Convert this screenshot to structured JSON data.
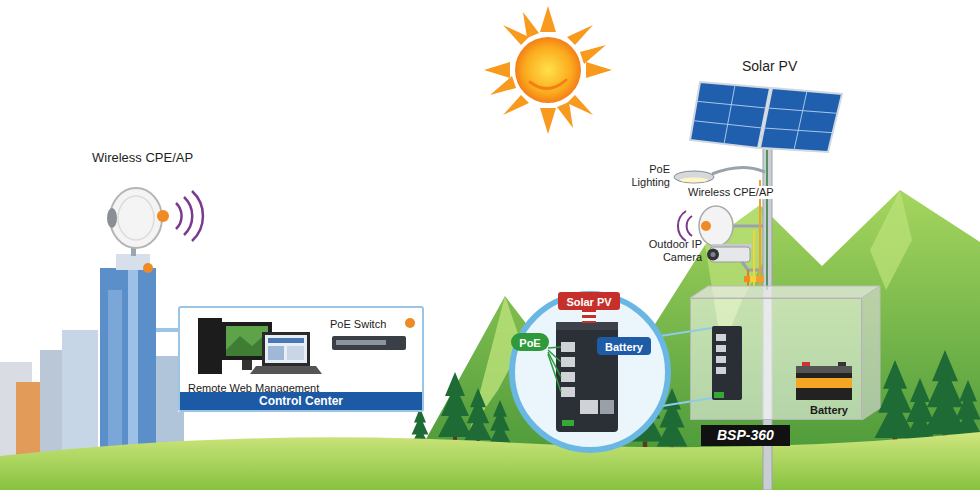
{
  "diagram": {
    "nodes": [
      {
        "text": [
          "PoE Switch",
          "Remote Web Management",
          "Control Center"
        ]
      },
      {
        "text": [
          "BSP-360"
        ]
      },
      {
        "text": [
          "Battery"
        ],
        "in": 1
      },
      {
        "text": [
          "Solar PV"
        ]
      },
      {
        "text": [
          "PoE"
        ]
      },
      {
        "text": [
          "Battery"
        ]
      }
    ],
    "labels": [
      "Wireless CPE/AP",
      "Solar PV",
      "PoE Lighting",
      "Wireless CPE/AP",
      "Outdoor IP Camera"
    ]
  }
}
